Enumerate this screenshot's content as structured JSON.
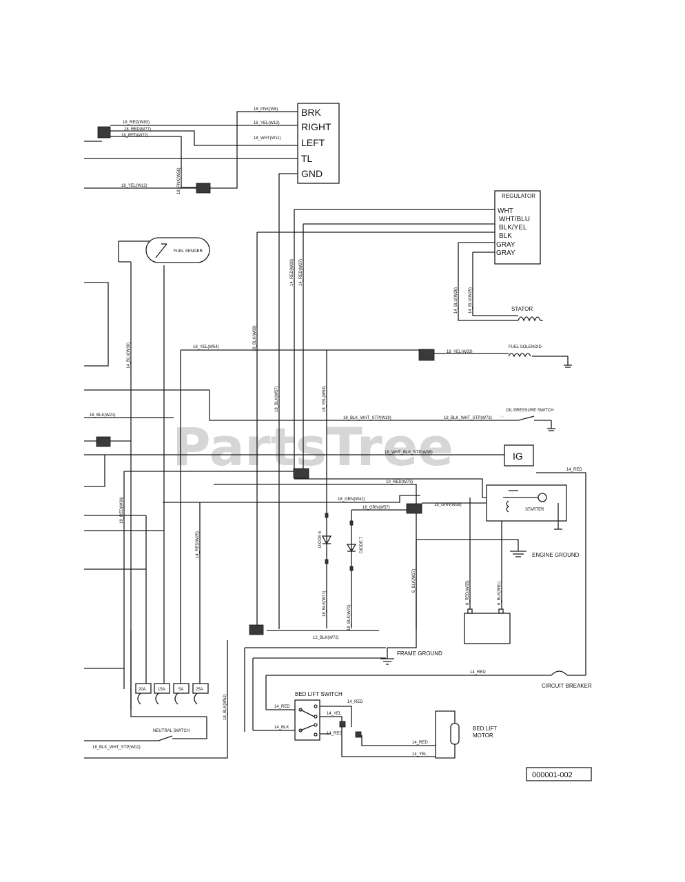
{
  "modules": {
    "light_switch": {
      "pins": [
        "BRK",
        "RIGHT",
        "LEFT",
        "TL",
        "GND"
      ]
    },
    "regulator": {
      "title": "REGULATOR",
      "pins": [
        "WHT",
        "WHT/BLU",
        "BLK/YEL",
        "BLK",
        "GRAY",
        "GRAY"
      ]
    },
    "fuel_sender": "FUEL SENDER",
    "stator": "STATOR",
    "fuel_solenoid": "FUEL SOLENOID",
    "oil_pressure_switch": "OIL PRESSURE SWITCH",
    "ignition": "IG",
    "starter": "STARTER",
    "engine_ground": "ENGINE GROUND",
    "frame_ground": "FRAME GROUND",
    "circuit_breaker": "CIRCUIT BREAKER",
    "bed_lift_switch": "BED LIFT SWITCH",
    "bed_lift_motor": [
      "BED LIFT",
      "MOTOR"
    ],
    "neutral_switch": "NEUTRAL SWITCH",
    "diode_6": "DIODE 6",
    "diode_7": "DIODE 7",
    "fuses": [
      "20A",
      "15A",
      "5A",
      "25A"
    ]
  },
  "wire_labels": {
    "red_w83": "18_RED(W83)",
    "red_w77": "18_RED(W77)",
    "red_w72": "18_RED(W72)",
    "pnk_w8": "18_PNK(W8)",
    "yel_w12a": "18_YEL(W12)",
    "wht_w11": "18_WHT(W11)",
    "pnk_w56": "18_PNK(W56)",
    "yel_w12b": "18_YEL(W12)",
    "red_w28": "14_RED(W28)",
    "red_w27": "14_RED(W27)",
    "blu_w26": "14_BLU(W26)",
    "blu_w25": "14_BLU(W25)",
    "blu_w30": "14_BLU(W30)",
    "blk_w69": "18_BLK(W69)",
    "yel_w54": "18_YEL(W54)",
    "yel_w33": "18_YEL(W33)",
    "blk_w57": "18_BLK(W57)",
    "yel_w53": "18_YEL(W53)",
    "blk_w21": "18_BLK(W21)",
    "blk_wht_stp_w19": "18_BLK_WHT_STP(W19)",
    "blk_wht_stp_w73": "18_BLK_WHT_STP(W73)",
    "wht_blk_stp_w38": "18_WHT_BLK_STP(W38)",
    "red_14": "14_RED",
    "red_w73": "10_RED(W73)",
    "grn_w42": "18_GRN(W42)",
    "grn_w57": "18_GRN(W57)",
    "grn_w58": "18_GRN(W58)",
    "red_w36": "18_RED(W36)",
    "red_w25": "14_RED(W25)",
    "blk_w37": "6_BLK(W37)",
    "red_w55": "6_RED(W55)",
    "blk_w81": "6_BLK(W81)",
    "blk_w71": "18_BLK(W71)",
    "blk_w70": "18_BLK(W70)",
    "blk_w72": "12_BLK(W72)",
    "blk_w52": "18_BLK(W52)",
    "blk_wht_stp_w02": "18_BLK_WHT_STP(W02)",
    "red_bl1": "14_RED",
    "red_bl2": "14_RED",
    "yel_bl1": "14_YEL",
    "blk_bl": "14_BLK",
    "red_bl3": "14_RED",
    "red_bl4": "14_RED",
    "yel_bl2": "14_YEL",
    "red_cb": "14_RED"
  },
  "part_number": "000001-002",
  "watermark": {
    "text": "PartsTree",
    "tm": "™"
  }
}
